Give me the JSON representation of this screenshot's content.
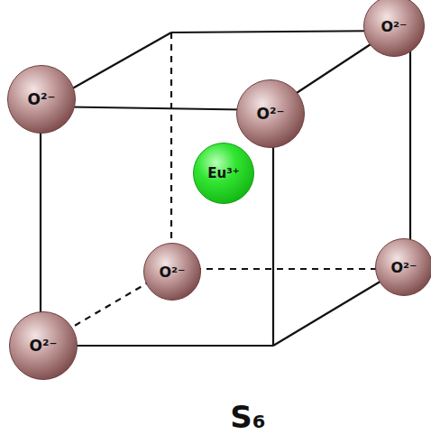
{
  "diagram": {
    "caption": "S₆",
    "nodes": [
      {
        "text": [
          "O²⁻"
        ]
      },
      {
        "text": [
          "O²⁻"
        ]
      },
      {
        "text": [
          "O²⁻"
        ]
      },
      {
        "text": [
          "Eu³⁺"
        ]
      },
      {
        "text": [
          "O²⁻"
        ]
      },
      {
        "text": [
          "O²⁻"
        ]
      },
      {
        "text": [
          "O²⁻"
        ]
      }
    ]
  }
}
